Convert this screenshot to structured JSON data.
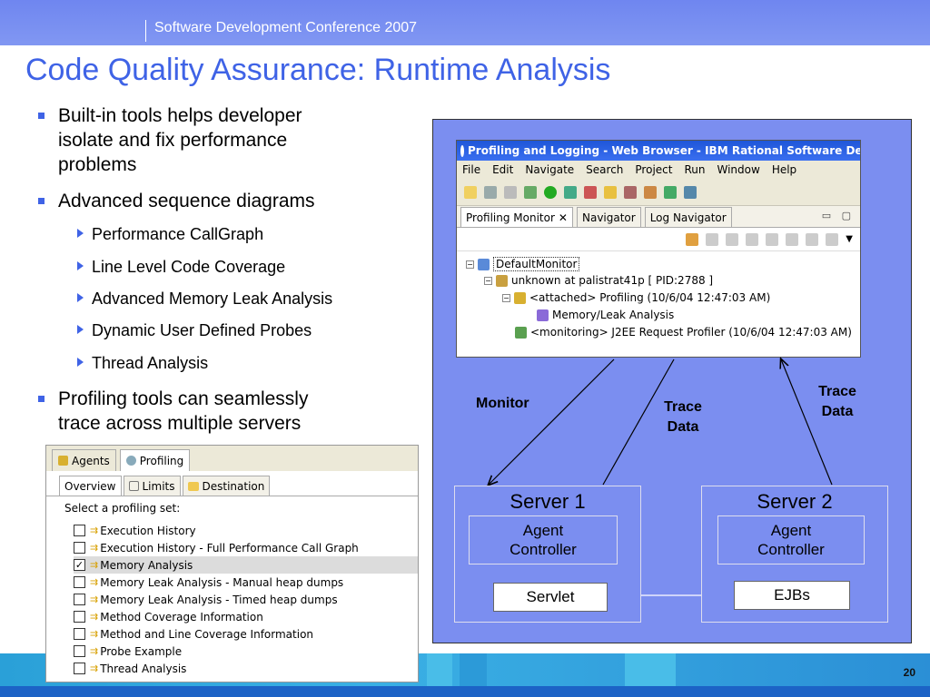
{
  "header": {
    "conference": "Software Development Conference 2007"
  },
  "title": "Code Quality Assurance:  Runtime Analysis",
  "bullets": {
    "b1": [
      "Built-in tools helps developer",
      "isolate and fix performance",
      "problems"
    ],
    "b2": "Advanced sequence diagrams",
    "sub": [
      "Performance CallGraph",
      "Line Level Code Coverage",
      "Advanced Memory Leak Analysis",
      "Dynamic User Defined Probes",
      "Thread Analysis"
    ],
    "b3": [
      "Profiling tools can seamlessly",
      "trace across multiple servers"
    ]
  },
  "eclipse": {
    "window_title": "Profiling and Logging - Web Browser - IBM Rational Software Dev",
    "menu": [
      "File",
      "Edit",
      "Navigate",
      "Search",
      "Project",
      "Run",
      "Window",
      "Help"
    ],
    "tabs": [
      "Profiling Monitor",
      "Navigator",
      "Log Navigator"
    ],
    "tree": [
      "DefaultMonitor",
      "unknown at palistrat41p [ PID:2788 ]",
      "<attached> Profiling (10/6/04 12:47:03 AM)",
      "Memory/Leak Analysis",
      "<monitoring> J2EE Request Profiler (10/6/04 12:47:03 AM)"
    ]
  },
  "diagram": {
    "monitor": "Monitor",
    "trace1": [
      "Trace",
      "Data"
    ],
    "trace2": [
      "Trace",
      "Data"
    ],
    "server1": {
      "name": "Server 1",
      "agent": [
        "Agent",
        "Controller"
      ],
      "component": "Servlet"
    },
    "server2": {
      "name": "Server 2",
      "agent": [
        "Agent",
        "Controller"
      ],
      "component": "EJBs"
    }
  },
  "profiling_panel": {
    "top_tabs": [
      "Agents",
      "Profiling"
    ],
    "sub_tabs": [
      "Overview",
      "Limits",
      "Destination"
    ],
    "label": "Select a profiling set:",
    "items": [
      {
        "label": "Execution History",
        "checked": false
      },
      {
        "label": "Execution History - Full Performance Call Graph",
        "checked": false
      },
      {
        "label": "Memory Analysis",
        "checked": true
      },
      {
        "label": "Memory Leak Analysis - Manual heap dumps",
        "checked": false
      },
      {
        "label": "Memory Leak Analysis - Timed heap dumps",
        "checked": false
      },
      {
        "label": "Method Coverage Information",
        "checked": false
      },
      {
        "label": "Method and Line Coverage Information",
        "checked": false
      },
      {
        "label": "Probe Example",
        "checked": false
      },
      {
        "label": "Thread Analysis",
        "checked": false
      }
    ]
  },
  "footer": {
    "page_number": "20"
  },
  "colors": {
    "accent": "#3f63e6",
    "diagram_bg": "#7b8ef0",
    "header": "#7088f0",
    "footer": "#2aa0d8"
  }
}
